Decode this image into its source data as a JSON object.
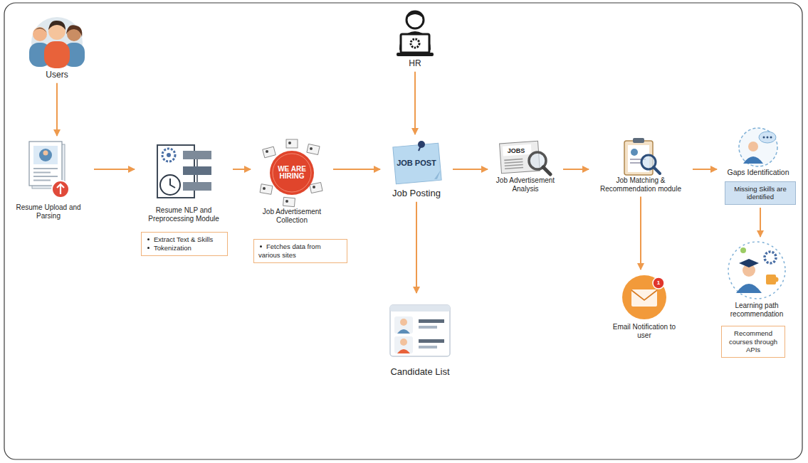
{
  "diagram": {
    "nodes": [
      {
        "text": [
          "Users"
        ]
      },
      {
        "text": [
          "Resume Upload and Parsing"
        ]
      },
      {
        "text": [
          "Resume NLP and Preprocessing Module"
        ]
      },
      {
        "text": [
          "Extract Text & Skills",
          "Tokenization"
        ]
      },
      {
        "text": [
          "Job Advertisement Collection"
        ]
      },
      {
        "text": [
          "Fetches data from various sites"
        ]
      },
      {
        "text": [
          "HR"
        ]
      },
      {
        "text": [
          "Job Posting"
        ]
      },
      {
        "text": [
          "Candidate List"
        ]
      },
      {
        "text": [
          "Job Advertisement Analysis"
        ]
      },
      {
        "text": [
          "Job Matching & Recommendation module"
        ]
      },
      {
        "text": [
          "Email Notification to user"
        ]
      },
      {
        "text": [
          "Gaps Identification"
        ]
      },
      {
        "text": [
          "Missing Skills are identified"
        ]
      },
      {
        "text": [
          "Learning path recommendation"
        ]
      },
      {
        "text": [
          "Recommend courses through APIs"
        ]
      }
    ],
    "edges": [
      {
        "from": 0,
        "to": 1,
        "arrow": "to"
      },
      {
        "from": 1,
        "to": 2,
        "arrow": "to"
      },
      {
        "from": 2,
        "to": 4,
        "arrow": "to"
      },
      {
        "from": 4,
        "to": 7,
        "arrow": "to"
      },
      {
        "from": 6,
        "to": 7,
        "arrow": "to"
      },
      {
        "from": 7,
        "to": 8,
        "arrow": "to"
      },
      {
        "from": 7,
        "to": 9,
        "arrow": "to"
      },
      {
        "from": 9,
        "to": 10,
        "arrow": "to"
      },
      {
        "from": 10,
        "to": 12,
        "arrow": "to"
      },
      {
        "from": 10,
        "to": 11,
        "arrow": "to"
      },
      {
        "from": 13,
        "to": 14,
        "arrow": "to"
      }
    ],
    "labels": [
      "WE ARE HIRING",
      "JOB POST",
      "JOBS",
      "1"
    ]
  }
}
